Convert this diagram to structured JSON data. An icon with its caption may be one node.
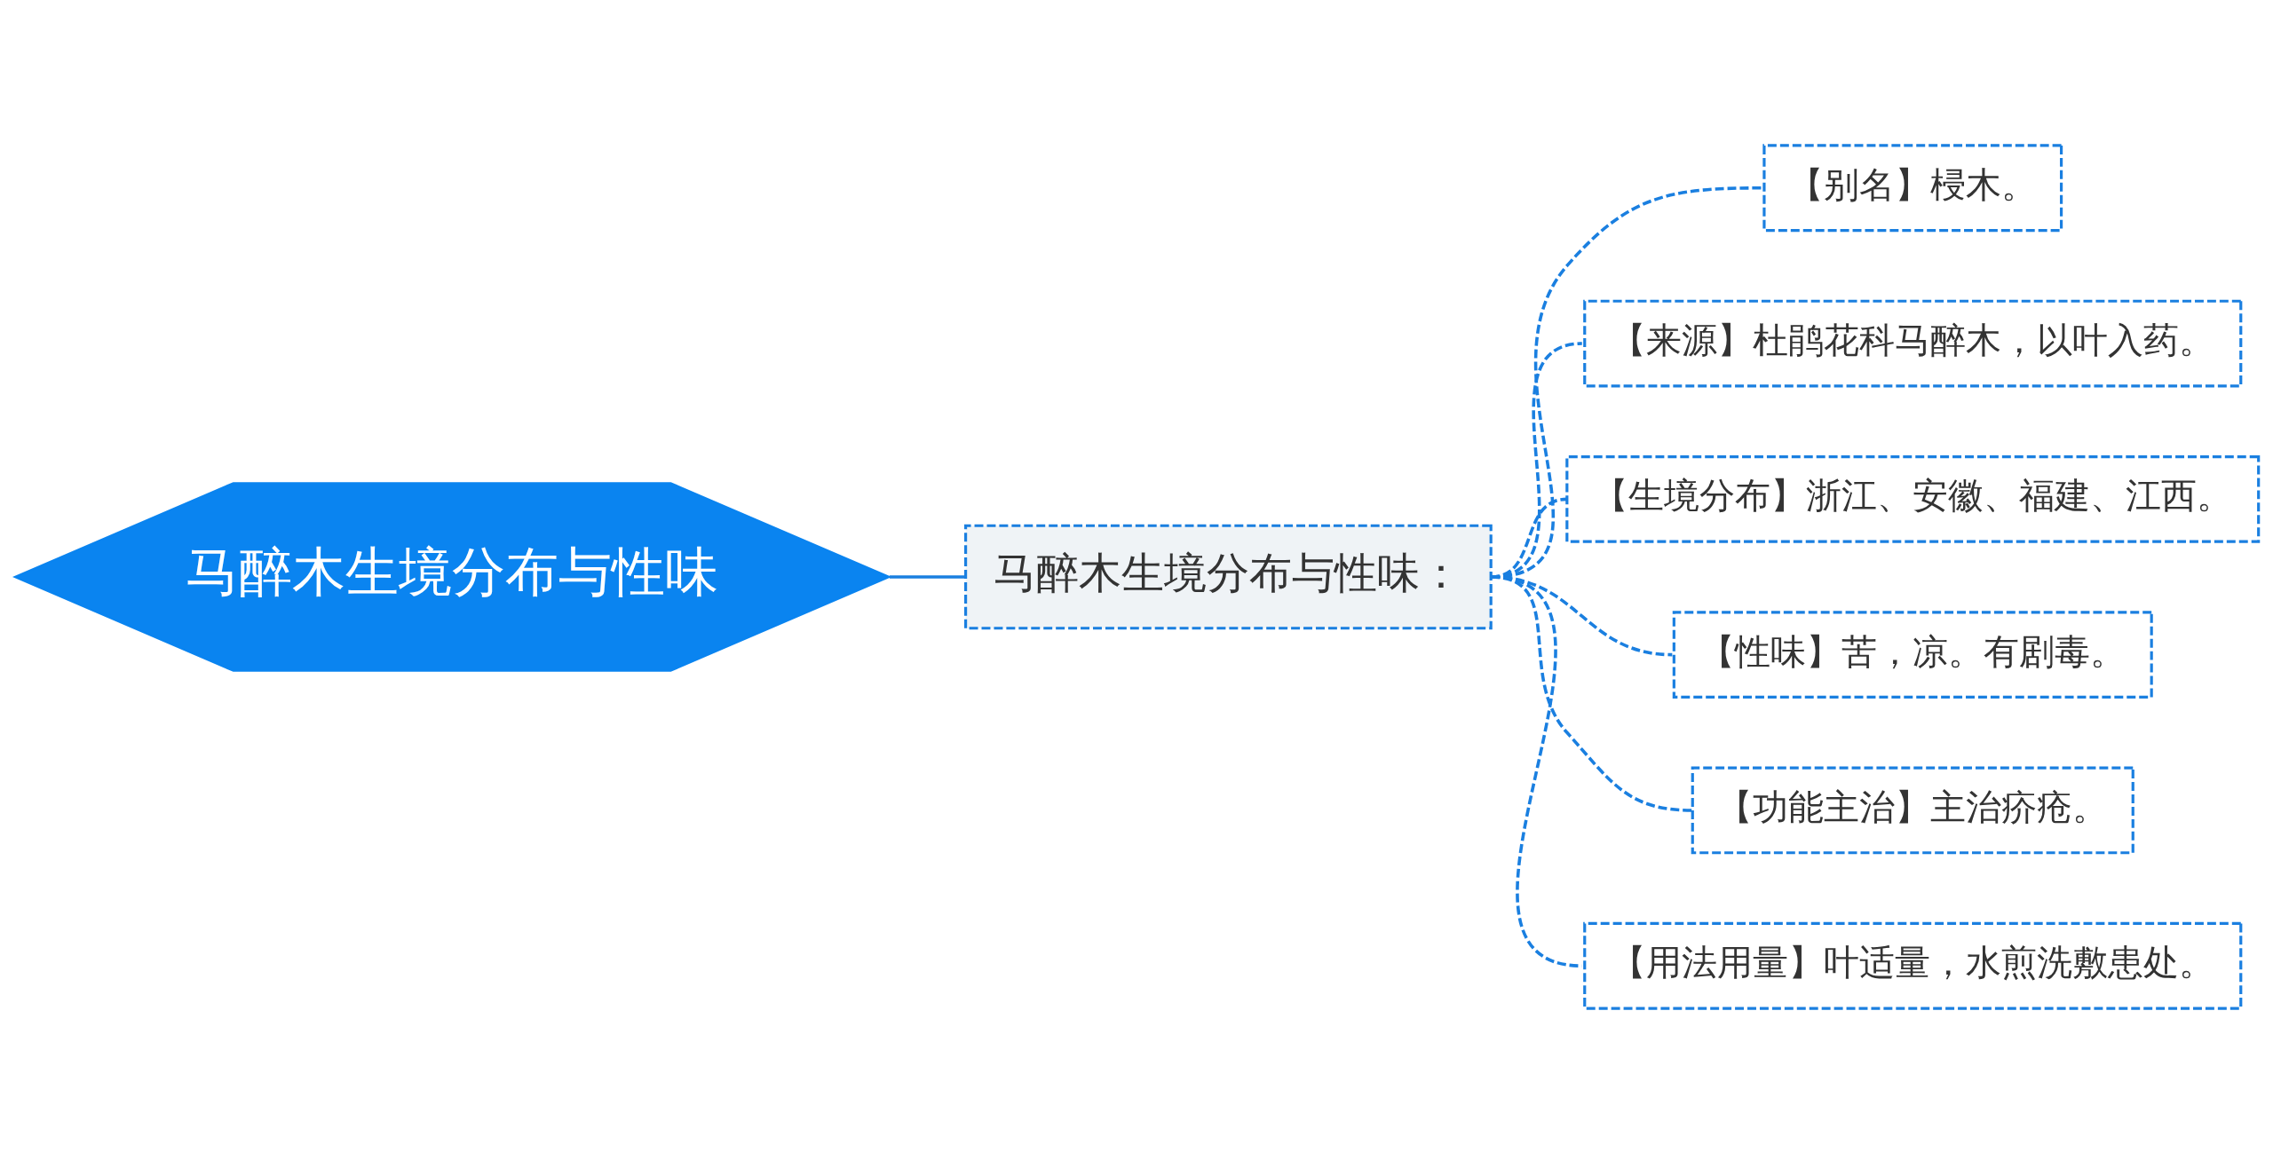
{
  "diagram": {
    "nodes": [
      {
        "text": [
          "马醉木生境分布与性味"
        ]
      },
      {
        "text": [
          "马醉木生境分布与性味："
        ]
      },
      {
        "text": [
          "【别名】梫木。"
        ]
      },
      {
        "text": [
          "【来源】杜鹃花科马醉木，以叶入药。"
        ]
      },
      {
        "text": [
          "【生境分布】浙江、安徽、福建、江西。"
        ]
      },
      {
        "text": [
          "【性味】苦，凉。有剧毒。"
        ]
      },
      {
        "text": [
          "【功能主治】主治疥疮。"
        ]
      },
      {
        "text": [
          "【用法用量】叶适量，水煎洗敷患处。"
        ]
      }
    ],
    "edges": [
      {
        "from": 0,
        "to": 1,
        "arrow": "none"
      },
      {
        "from": 1,
        "to": 2,
        "arrow": "none",
        "style": "dashed"
      },
      {
        "from": 1,
        "to": 3,
        "arrow": "none",
        "style": "dashed"
      },
      {
        "from": 1,
        "to": 4,
        "arrow": "none",
        "style": "dashed"
      },
      {
        "from": 1,
        "to": 5,
        "arrow": "none",
        "style": "dashed"
      },
      {
        "from": 1,
        "to": 6,
        "arrow": "none",
        "style": "dashed"
      },
      {
        "from": 1,
        "to": 7,
        "arrow": "none",
        "style": "dashed"
      }
    ]
  }
}
